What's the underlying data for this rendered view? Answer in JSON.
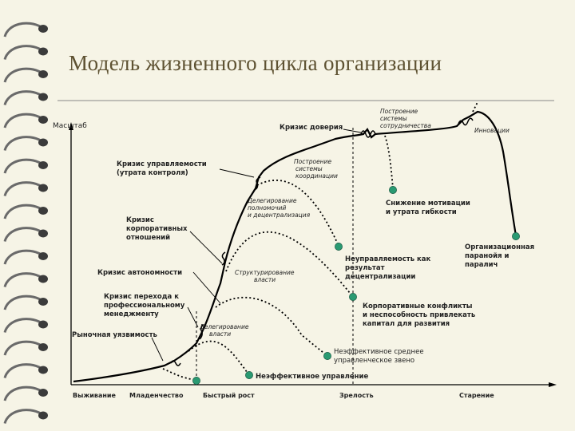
{
  "slide": {
    "title": "Модель жизненного цикла организации"
  },
  "diagram": {
    "axis_y_label": "Масштаб",
    "stages": [
      "Выживание",
      "Младенчество",
      "Быстрый рост",
      "Зрелость",
      "Старение"
    ],
    "crises": {
      "market": "Рыночная уязвимость",
      "transition_line1": "Кризис перехода к",
      "transition_line2": "профессиональному",
      "transition_line3": "менеджменту",
      "autonomy": "Кризис автономности",
      "corporate_line1": "Кризис",
      "corporate_line2": "корпоративных",
      "corporate_line3": "отношений",
      "manageability_line1": "Кризис управляемости",
      "manageability_line2": "(утрата контроля)",
      "trust": "Кризис доверия"
    },
    "solutions": {
      "delegation_line1": "Делегирование",
      "delegation_line2": "власти",
      "structuring_line1": "Структурирование",
      "structuring_line2": "власти",
      "decentral_line1": "Делегирование",
      "decentral_line2": "полномочий",
      "decentral_line3": "и децентрализация",
      "coordination_line1": "Построение",
      "coordination_line2": "системы",
      "coordination_line3": "координации",
      "cooperation_line1": "Построение",
      "cooperation_line2": "системы",
      "cooperation_line3": "сотрудничества",
      "innovation": "Инновации"
    },
    "outcomes": {
      "ineffective_mgmt": "Неэффективное управление",
      "ineffective_middle_line1": "Неэффективное среднее",
      "ineffective_middle_line2": "управленческое звено",
      "conflicts_line1": "Корпоративные конфликты",
      "conflicts_line2": "и неспособность привлекать",
      "conflicts_line3": "капитал для развития",
      "unmanageable_line1": "Неуправляемость как",
      "unmanageable_line2": "результат",
      "unmanageable_line3": "децентрализации",
      "motivation_line1": "Снижение мотивации",
      "motivation_line2": "и утрата гибкости",
      "paranoia_line1": "Организационная",
      "paranoia_line2": "паранойя и",
      "paranoia_line3": "паралич"
    },
    "colors": {
      "curve": "#000000",
      "dot": "#2a9a72",
      "title": "#5e5232",
      "background": "#f6f4e6"
    }
  }
}
